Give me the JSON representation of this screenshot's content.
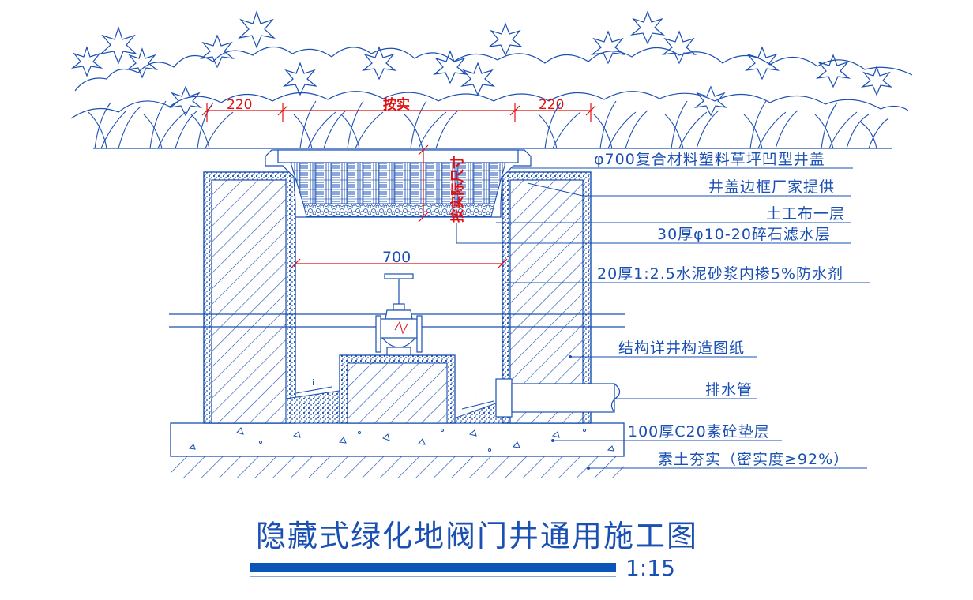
{
  "title": "隐藏式绿化地阀门井通用施工图",
  "scale": "1:15",
  "dimensions": {
    "left_wall": "220",
    "right_wall": "220",
    "top_span": "按实",
    "vertical_note": "按实际尺寸",
    "inner_width": "700"
  },
  "callouts": [
    "φ700复合材料塑料草坪凹型井盖",
    "井盖边框厂家提供",
    "土工布一层",
    "30厚φ10-20碎石滤水层",
    "20厚1:2.5水泥砂浆内掺5%防水剂",
    "结构详井构造图纸",
    "排水管",
    "100厚C20素砼垫层",
    "素土夯实（密实度≥92%）"
  ],
  "colors": {
    "line": "#1a4fb3",
    "dimension": "#e01010",
    "title_bar": "#0a55b8"
  },
  "icons": [
    "shrub-icon",
    "grass-icon",
    "valve-icon",
    "drain-pipe-icon"
  ]
}
